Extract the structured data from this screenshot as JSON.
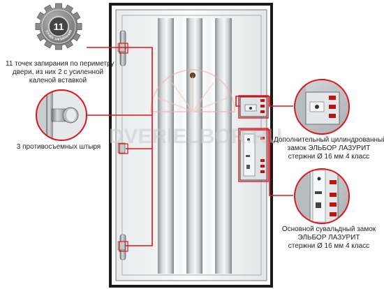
{
  "badge": {
    "number": "11",
    "ring_text": "ТОЧЕК ЗАПИРАНИЯ"
  },
  "watermark": {
    "text": "DVERIELBOR.RU"
  },
  "captions": {
    "locking_points": [
      "11 точек запирания по периметру",
      "двери, из них 2 с усиленной",
      "каленой вставкой"
    ],
    "anti_removal_pins": [
      "3 противосъемных штыря"
    ],
    "cylinder_lock": [
      "Дополнительный цилиндрованный",
      "замок ЭЛЬБОР ЛАЗУРИТ",
      "стержни Ø 16 мм 4 класс"
    ],
    "lever_lock": [
      "Основной сувальдный замок",
      "ЭЛЬБОР ЛАЗУРИТ",
      "стержни Ø 16 мм 4 класс"
    ]
  },
  "colors": {
    "callout_red": "#e0121b",
    "frame": "#1a1a1a",
    "badge_gray": "#8a8a8a",
    "badge_dark": "#444444"
  }
}
